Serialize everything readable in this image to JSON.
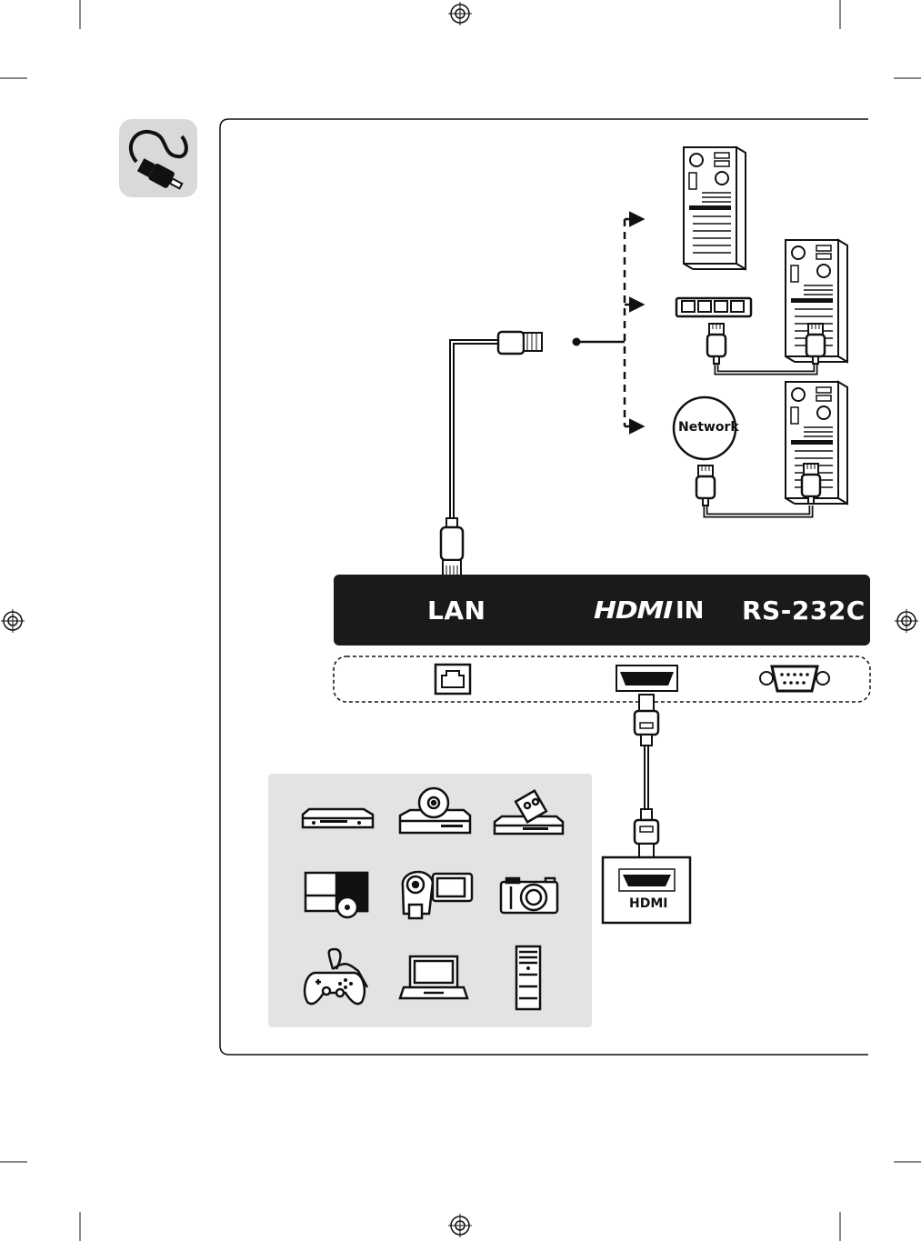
{
  "ports_panel": {
    "lan_label": "LAN",
    "hdmi_label_logo": "HDMI",
    "hdmi_label_suffix": "IN",
    "rs232c_label": "RS-232C"
  },
  "network": {
    "network_label": "Network"
  },
  "hdmi_source": {
    "hdmi_label": "HDMI"
  },
  "section_icon": "cable-plug-icon",
  "devices": [
    "dvd-player-icon",
    "blu-ray-player-icon",
    "vcr-player-icon",
    "hd-recorder-icon",
    "camcorder-icon",
    "digital-camera-icon",
    "game-controller-icon",
    "laptop-icon",
    "desktop-pc-icon"
  ],
  "colors": {
    "panel": "#1a1a1a",
    "icon_bg": "#d9d9d9",
    "device_bg": "#e3e3e3",
    "line": "#111111"
  }
}
